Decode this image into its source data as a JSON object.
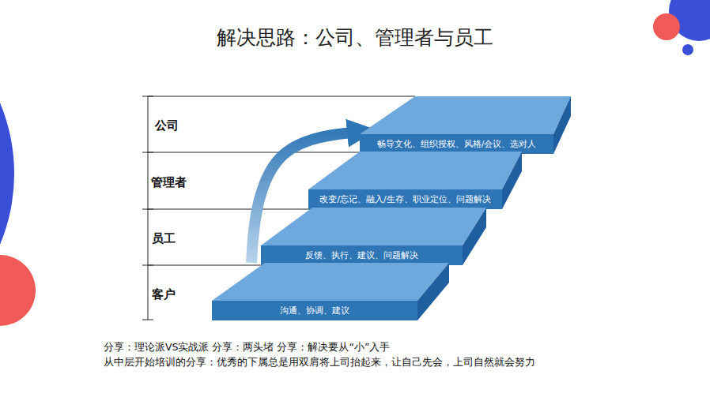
{
  "diagram": {
    "title": "解决思路：公司、管理者与员工",
    "nodes": [
      {
        "text": [
          "畅导文化、组织授权、风格/会议、选对人"
        ]
      },
      {
        "text": [
          "改变/忘记、融入/生存、职业定位、问题解决"
        ]
      },
      {
        "text": [
          "反馈、执行、建议、问题解决"
        ]
      },
      {
        "text": [
          "沟通、协调、建议"
        ]
      }
    ],
    "edges": [
      {
        "from": 3,
        "to": 0,
        "arrow": "to"
      }
    ],
    "labels": [
      "公司",
      "管理者",
      "员工",
      "客户",
      "分享：理论派VS实战派 分享：两头堵 分享：解决要从“小”入手",
      "从中层开始培训的分享：优秀的下属总是用双肩将上司抬起来，让自己先会，上司自然就会努力"
    ]
  }
}
